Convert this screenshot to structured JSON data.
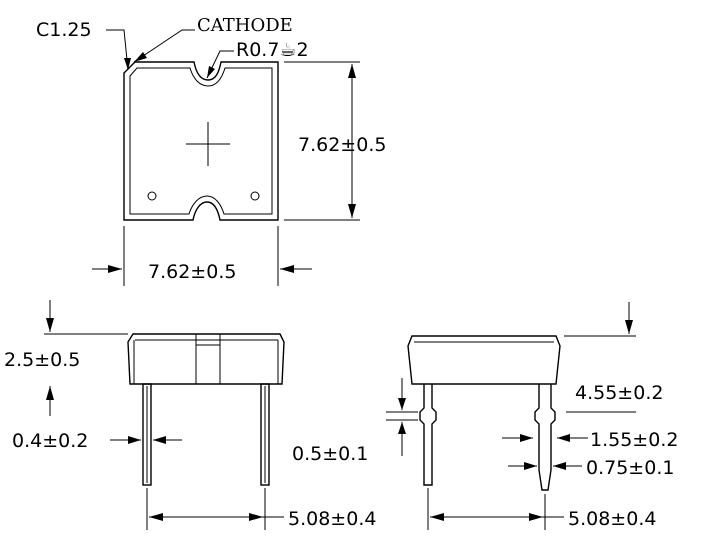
{
  "labels": {
    "chamfer": "C1.25",
    "cathode": "CATHODE",
    "notch_radius": "R0.7☕2",
    "height_side": "7.62±0.5",
    "width_bottom": "7.62±0.5",
    "body_height": "2.5±0.5",
    "lead_width_front": "0.4±0.2",
    "lead_spacing_front": "5.08±0.4",
    "lead_thickness": "0.5±0.1",
    "lead_length": "4.55±0.2",
    "lead_shoulder": "1.55±0.2",
    "lead_tip_width": "0.75±0.1",
    "lead_spacing_side": "5.08±0.4"
  }
}
